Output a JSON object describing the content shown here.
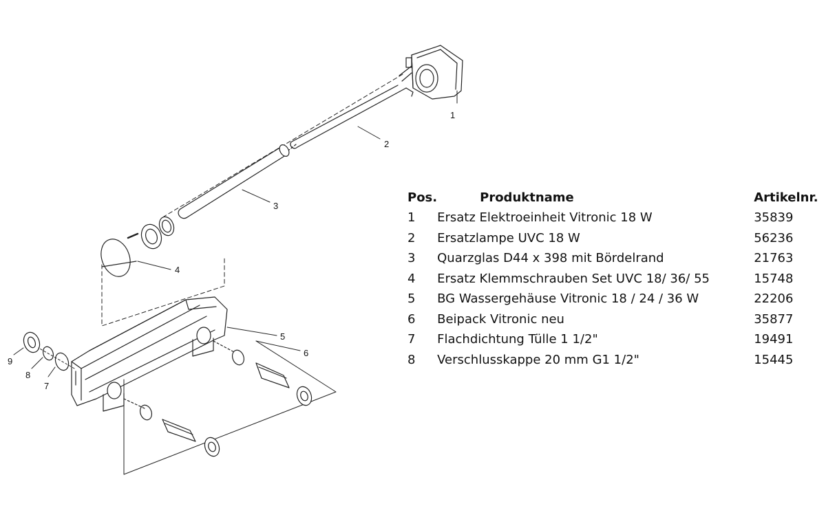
{
  "table": {
    "headers": {
      "pos": "Pos.",
      "name": "Produktname",
      "article": "Artikelnr."
    },
    "rows": [
      {
        "pos": "1",
        "name": "Ersatz Elektroeinheit Vitronic 18 W",
        "article": "35839"
      },
      {
        "pos": "2",
        "name": "Ersatzlampe UVC 18 W",
        "article": "56236"
      },
      {
        "pos": "3",
        "name": "Quarzglas D44 x 398 mit Bördelrand",
        "article": "21763"
      },
      {
        "pos": "4",
        "name": "Ersatz Klemmschrauben Set UVC 18/ 36/ 55",
        "article": "15748"
      },
      {
        "pos": "5",
        "name": "BG Wassergehäuse Vitronic 18 / 24 / 36 W",
        "article": "22206"
      },
      {
        "pos": "6",
        "name": "Beipack Vitronic neu",
        "article": "35877"
      },
      {
        "pos": "7",
        "name": "Flachdichtung Tülle 1 1/2\"",
        "article": "19491"
      },
      {
        "pos": "8",
        "name": "Verschlusskappe 20 mm G1 1/2\"",
        "article": "15445"
      }
    ]
  },
  "diagram": {
    "callouts": [
      "1",
      "2",
      "3",
      "4",
      "5",
      "6",
      "7",
      "8",
      "9"
    ]
  }
}
